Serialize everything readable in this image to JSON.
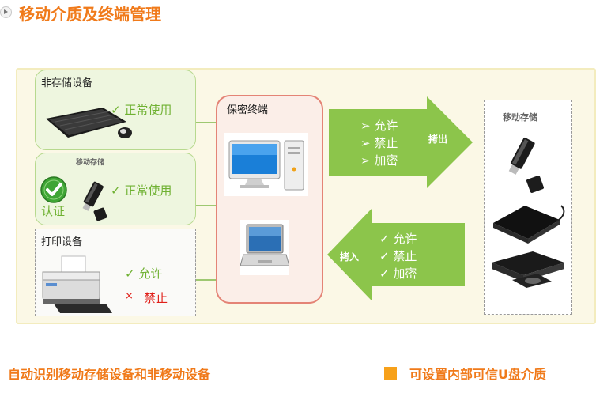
{
  "title": "移动介质及终端管理",
  "panels": {
    "non_storage": {
      "title": "非存储设备",
      "status": "✓ 正常使用"
    },
    "mobile_storage": {
      "title": "移动存储",
      "auth": "认证",
      "status": "✓ 正常使用"
    },
    "printer": {
      "title": "打印设备",
      "allow": "✓ 允许",
      "deny_mark": "×",
      "deny": "禁止"
    }
  },
  "terminal": {
    "title": "保密终端"
  },
  "export_arrow": {
    "label": "拷出",
    "items": [
      "➢ 允许",
      "➢ 禁止",
      "➢ 加密"
    ]
  },
  "import_arrow": {
    "label": "拷入",
    "items": [
      "✓ 允许",
      "✓ 禁止",
      "✓ 加密"
    ]
  },
  "right_panel": {
    "title": "移动存储"
  },
  "footer": {
    "left": "自动识别移动存储设备和非移动设备",
    "right": "可设置内部可信U盘介质"
  },
  "colors": {
    "accent_orange": "#f07a1a",
    "arrow_green": "#8cc54b",
    "panel_green": "#eef6df",
    "deny_red": "#e0201a"
  }
}
